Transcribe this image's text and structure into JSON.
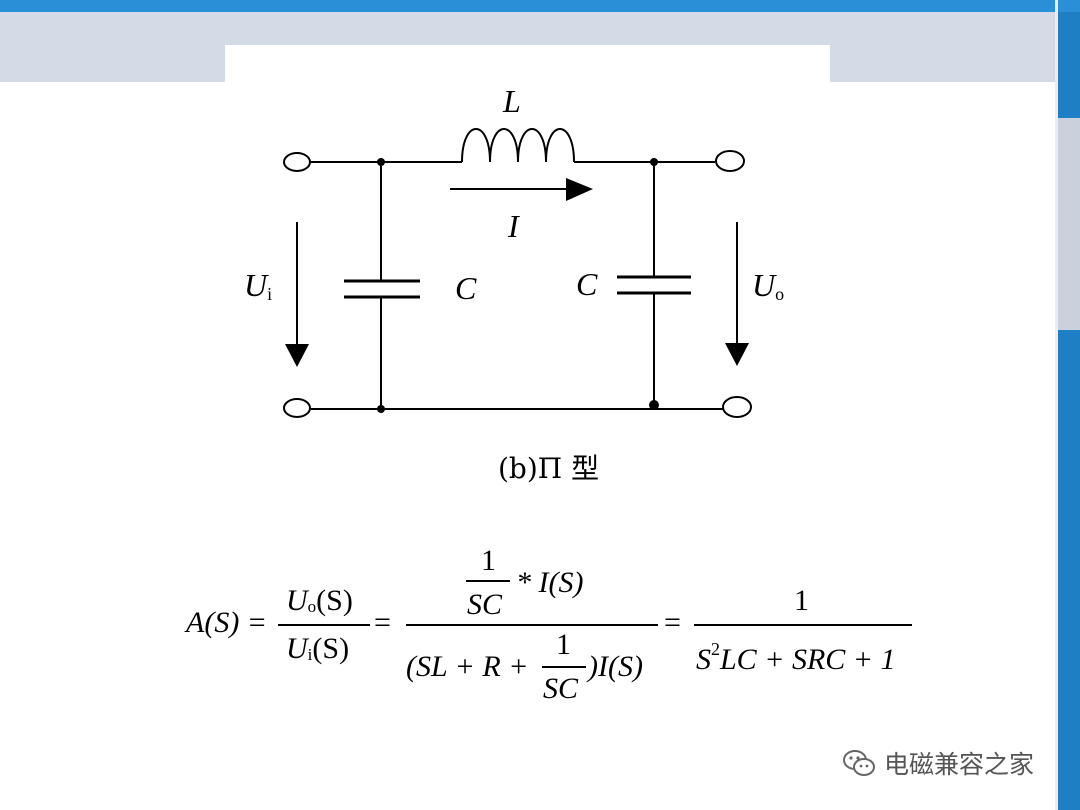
{
  "diagram": {
    "inductor_label": "L",
    "current_label": "I",
    "input_voltage": "U",
    "input_voltage_sub": "i",
    "output_voltage": "U",
    "output_voltage_sub": "o",
    "cap_left_label": "C",
    "cap_right_label": "C",
    "caption": "(b)Π 型"
  },
  "formula": {
    "lhs": "A(S) =",
    "num1_main": "U",
    "num1_sub": "o",
    "num1_tail": "(S)",
    "den1_main": "U",
    "den1_sub": "i",
    "den1_tail": "(S)",
    "eq1": "=",
    "num2_one": "1",
    "num2_sc": "SC",
    "num2_tail": "* I(S)",
    "den2_head": "(SL + R +",
    "den2_one": "1",
    "den2_sc": "SC",
    "den2_tail": ")I(S)",
    "eq2": "=",
    "num3": "1",
    "den3_s": "S",
    "den3_exp": "2",
    "den3_tail": "LC + SRC + 1"
  },
  "watermark": {
    "text": "电磁兼容之家",
    "icon": "wechat-icon"
  },
  "colors": {
    "frame_blue": "#1e7fc4",
    "header_grey": "#d3dbe6"
  }
}
